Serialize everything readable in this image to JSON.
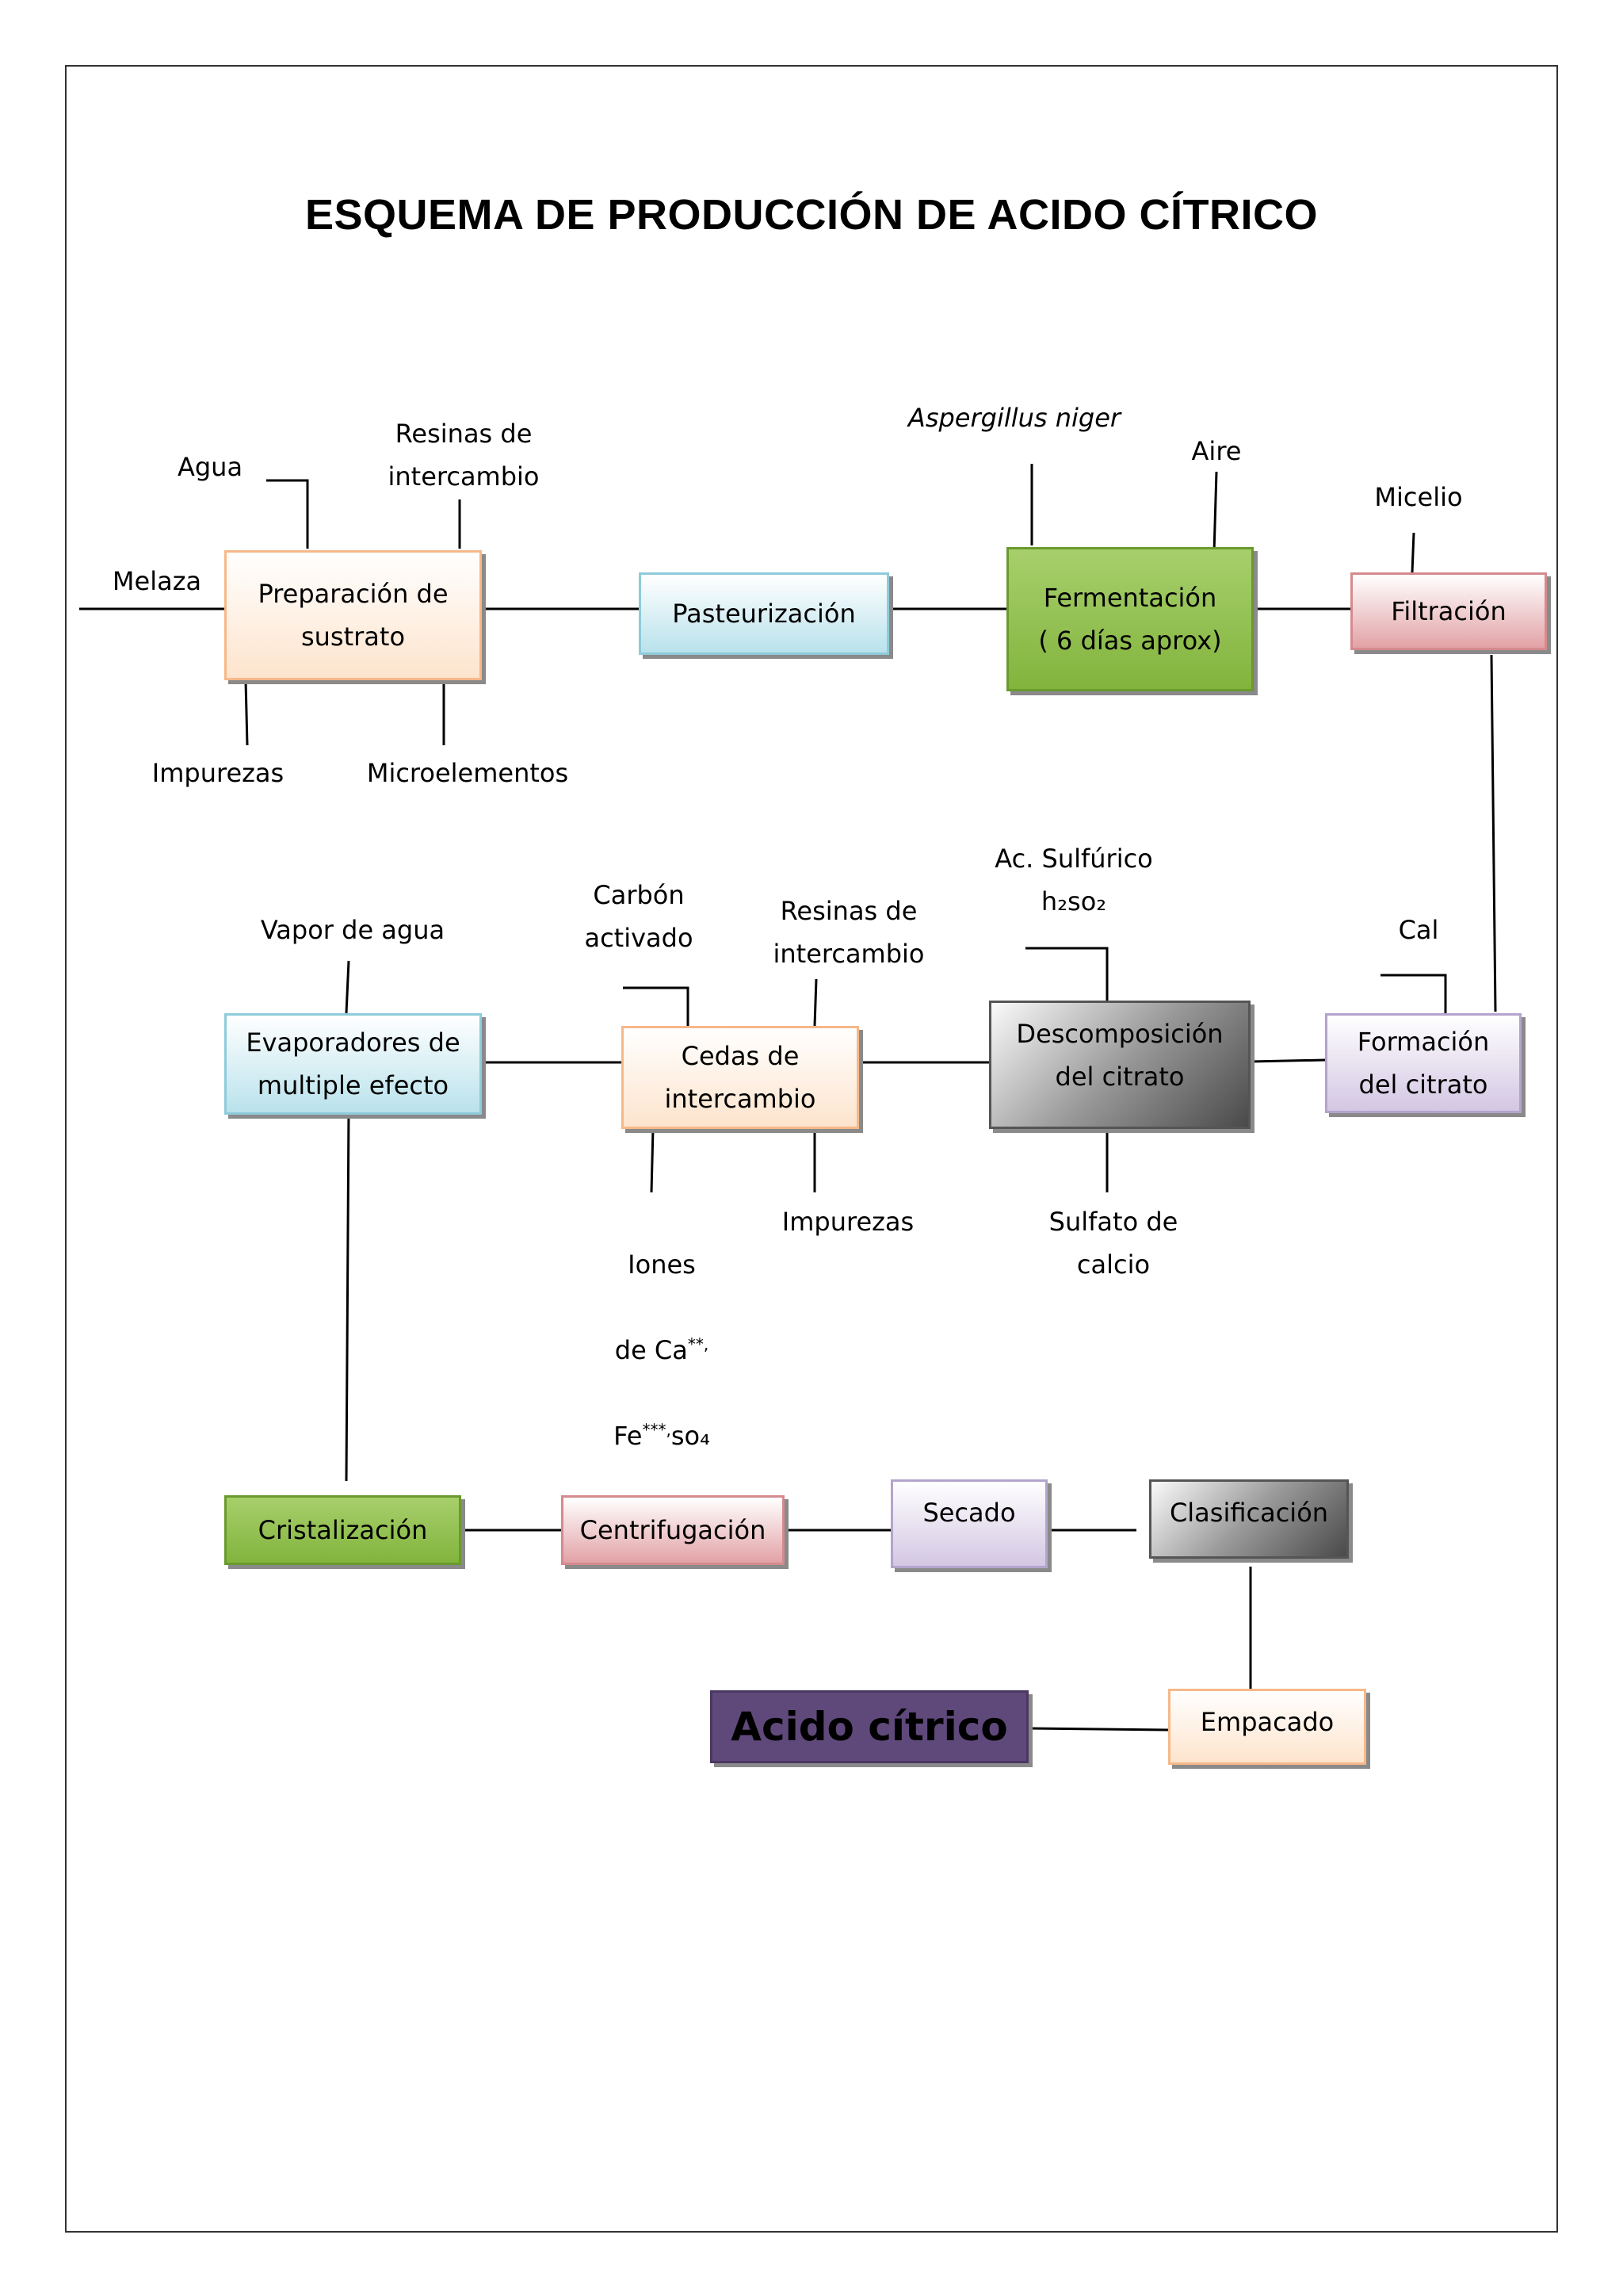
{
  "title": "ESQUEMA DE PRODUCCIÓN DE ACIDO CÍTRICO",
  "nodes": {
    "preparacion": "Preparación de\nsustrato",
    "pasteurizacion": "Pasteurización",
    "fermentacion": "Fermentación\n( 6 días aprox)",
    "filtracion": "Filtración",
    "formacion": "Formación\ndel citrato",
    "descomposicion": "Descomposición\ndel citrato",
    "cedas": "Cedas de\nintercambio",
    "evaporadores": "Evaporadores de\nmultiple efecto",
    "cristalizacion": "Cristalización",
    "centrifugacion": "Centrifugación",
    "secado": "Secado",
    "clasificacion": "Clasificación",
    "empacado": "Empacado",
    "acido": "Acido cítrico"
  },
  "labels": {
    "melaza": "Melaza",
    "agua": "Agua",
    "resinas1": "Resinas de\nintercambio",
    "impurezas1": "Impurezas",
    "microelementos": "Microelementos",
    "aspergillus": "Aspergillus niger",
    "aire": "Aire",
    "micelio": "Micelio",
    "vapor": "Vapor de agua",
    "carbon": "Carbón\nactivado",
    "resinas2": "Resinas de\nintercambio",
    "acsulfurico": "Ac. Sulfúrico",
    "h2so2": "h₂so₂",
    "cal": "Cal",
    "iones1": "Iones",
    "iones2": "de Ca",
    "iones2sup": "**,",
    "iones3": "Fe",
    "iones3sup": "***,",
    "iones3end": "so₄",
    "impurezas2": "Impurezas",
    "sulfato": "Sulfato de\ncalcio"
  }
}
